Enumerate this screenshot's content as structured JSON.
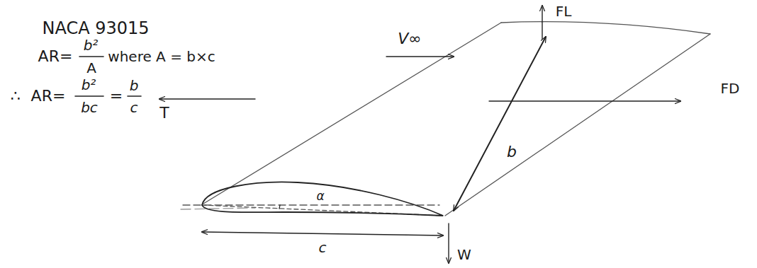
{
  "diagram": {
    "labels": [
      "NACA 93015",
      "AR=",
      "b²",
      "A",
      "where A = b×c",
      "∴",
      "AR=",
      "b²",
      "bc",
      "=",
      "b",
      "c",
      "V∞",
      "FL",
      "T",
      "FD",
      "b",
      "α",
      "c",
      "W"
    ]
  }
}
